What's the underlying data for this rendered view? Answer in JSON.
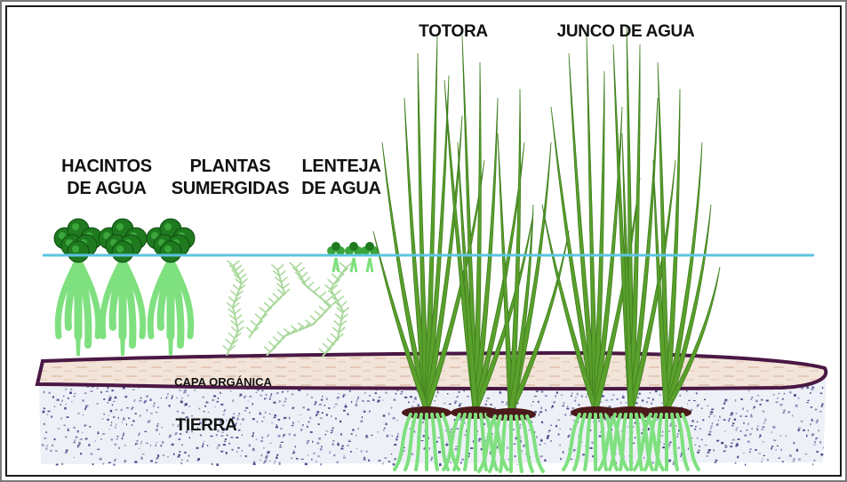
{
  "labels": {
    "hacintos_line1": "HACINTOS",
    "hacintos_line2": "DE AGUA",
    "plantas_line1": "PLANTAS",
    "plantas_line2": "SUMERGIDAS",
    "lenteja_line1": "LENTEJA",
    "lenteja_line2": "DE AGUA",
    "totora": "TOTORA",
    "junco": "JUNCO DE AGUA",
    "capa_organica": "CAPA ORGÁNICA",
    "tierra": "TIERRA"
  },
  "colors": {
    "water_line": "#5cc4e0",
    "leaf_dark": "#1f7a1f",
    "leaf_mid": "#3aa63a",
    "root_light": "#7fe07f",
    "reed_green": "#5aa02c",
    "organic_outline": "#4a1844",
    "organic_fill": "#f3e4d9",
    "soil_speckle": "#4a4f8c",
    "root_base": "#4b1a1a"
  }
}
